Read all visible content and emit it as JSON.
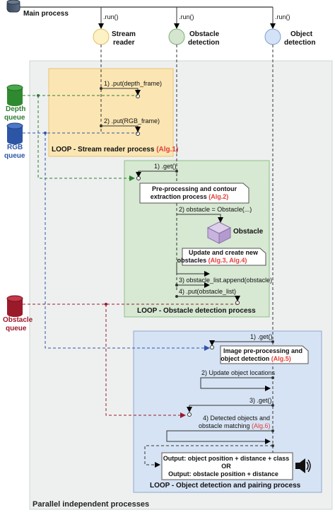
{
  "participants": {
    "main": "Main process",
    "stream_reader": [
      "Stream",
      "reader"
    ],
    "obstacle_detection": [
      "Obstacle",
      "detection"
    ],
    "object_detection": [
      "Object",
      "detection"
    ]
  },
  "run_labels": [
    ".run()",
    ".run()",
    ".run()"
  ],
  "queues": {
    "depth": [
      "Depth",
      "queue"
    ],
    "rgb": [
      "RGB",
      "queue"
    ],
    "obstacle": [
      "Obstacle",
      "queue"
    ]
  },
  "stream_loop": {
    "step1": "1) .put(depth_frame)",
    "step2": "2) .put(RGB_frame)",
    "title": "LOOP - Stream reader process ",
    "ref": "(Alg.1)"
  },
  "obstacle_loop": {
    "get": "1) .get()",
    "preprocess": [
      "Pre-processing and contour",
      "extraction process "
    ],
    "preprocess_ref": "(Alg.2)",
    "step2": "2) obstacle = Obstacle(...)",
    "obstacle_label": "Obstacle",
    "update": [
      "Update and create new",
      "obstacles "
    ],
    "update_ref": "(Alg.3, Alg.4)",
    "step3": "3) obstacle_list.append(obstacle)",
    "step4": "4) .put(obstacle_list)",
    "title": "LOOP - Obstacle detection process"
  },
  "object_loop": {
    "get1": "1) .get()",
    "image_pre": [
      "Image pre-processing and",
      "object detection "
    ],
    "image_pre_ref": "(Alg.5)",
    "update_loc": "2) Update object locations",
    "get3": "3) .get()",
    "detected": [
      "4) Detected objects and",
      "obstacle matching "
    ],
    "detected_ref": "(Alg.6)",
    "output": [
      "Output: object position + distance + class",
      "OR",
      "Output: obstacle position + distance"
    ],
    "speaker_icon": "speaker-icon",
    "title": "LOOP - Object detection and pairing process"
  },
  "parallel_label": "Parallel independent processes",
  "colors": {
    "ref_red": "#e0403a",
    "depth_green": "#2e7d32",
    "rgb_blue": "#2d55a6",
    "obstacle_red": "#9a1a2a",
    "stream_fill": "#fbe6b3",
    "obstacle_fill": "#d7e8d3",
    "object_fill": "#d6e3f4"
  }
}
